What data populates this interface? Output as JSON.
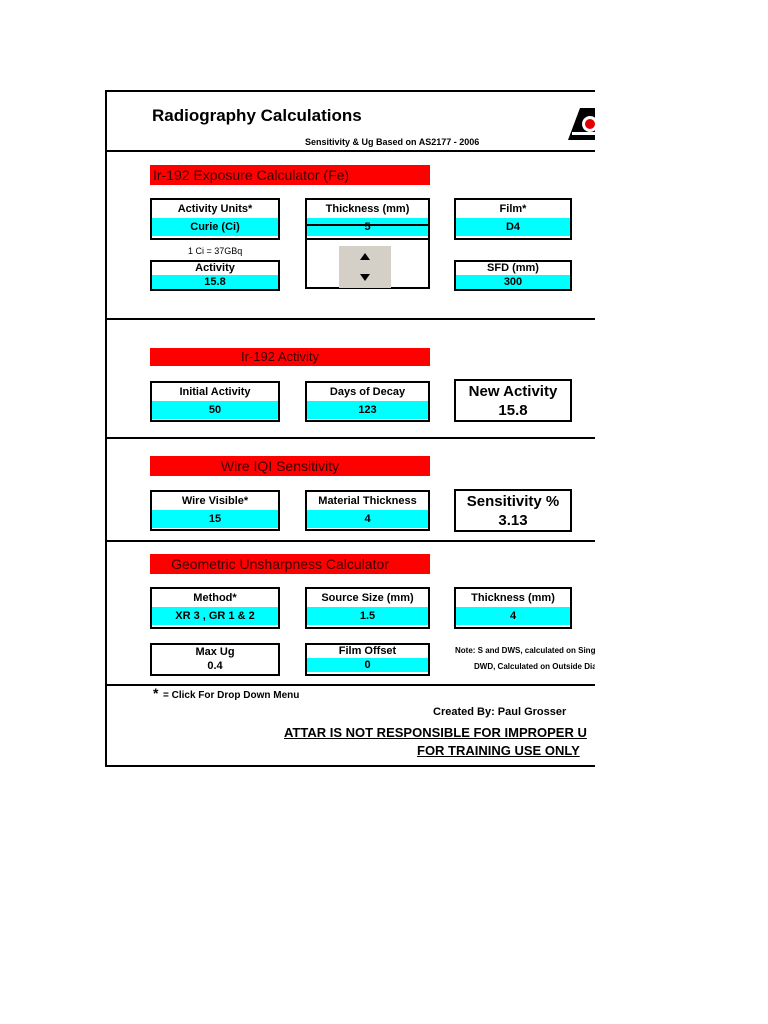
{
  "header": {
    "title": "Radiography Calculations",
    "subtitle": "Sensitivity & Ug Based on AS2177 - 2006",
    "logo_icon": "attar-logo-icon"
  },
  "exposure": {
    "heading": "Ir-192 Exposure Calculator (Fe)",
    "activity_units_label": "Activity Units*",
    "activity_units_value": "Curie (Ci)",
    "conversion_note": "1 Ci = 37GBq",
    "activity_label": "Activity",
    "activity_value": "15.8",
    "thickness_label": "Thickness (mm)",
    "thickness_value": "5",
    "film_label": "Film*",
    "film_value": "D4",
    "sfd_label": "SFD (mm)",
    "sfd_value": "300"
  },
  "decay": {
    "heading": "Ir-192 Activity",
    "initial_label": "Initial Activity",
    "initial_value": "50",
    "days_label": "Days of Decay",
    "days_value": "123",
    "new_activity_label": "New Activity",
    "new_activity_value": "15.8"
  },
  "iqi": {
    "heading": "Wire IQI Sensitivity",
    "wire_label": "Wire Visible*",
    "wire_value": "15",
    "material_label": "Material Thickness",
    "material_value": "4",
    "sensitivity_label": "Sensitivity %",
    "sensitivity_value": "3.13"
  },
  "ug": {
    "heading": "Geometric Unsharpness Calculator",
    "method_label": "Method*",
    "method_value": "XR 3 , GR 1 & 2",
    "source_label": "Source Size (mm)",
    "source_value": "1.5",
    "thickness_label": "Thickness (mm)",
    "thickness_value": "4",
    "maxug_label": "Max Ug",
    "maxug_value": "0.4",
    "offset_label": "Film Offset",
    "offset_value": "0",
    "note1": "Note: S and DWS, calculated on Single Wa",
    "note2": "DWD, Calculated on Outside Diamet"
  },
  "footer": {
    "asterisk": "*",
    "dropdown_note": "= Click For Drop Down Menu",
    "created_by": "Created By: Paul Grosser",
    "disclaimer1": "ATTAR IS NOT RESPONSIBLE FOR IMPROPER U",
    "disclaimer2": "FOR TRAINING USE ONLY"
  },
  "colors": {
    "heading_red": "#ff0000",
    "input_cyan": "#00ffff",
    "spinner_gray": "#d4d0c8"
  }
}
